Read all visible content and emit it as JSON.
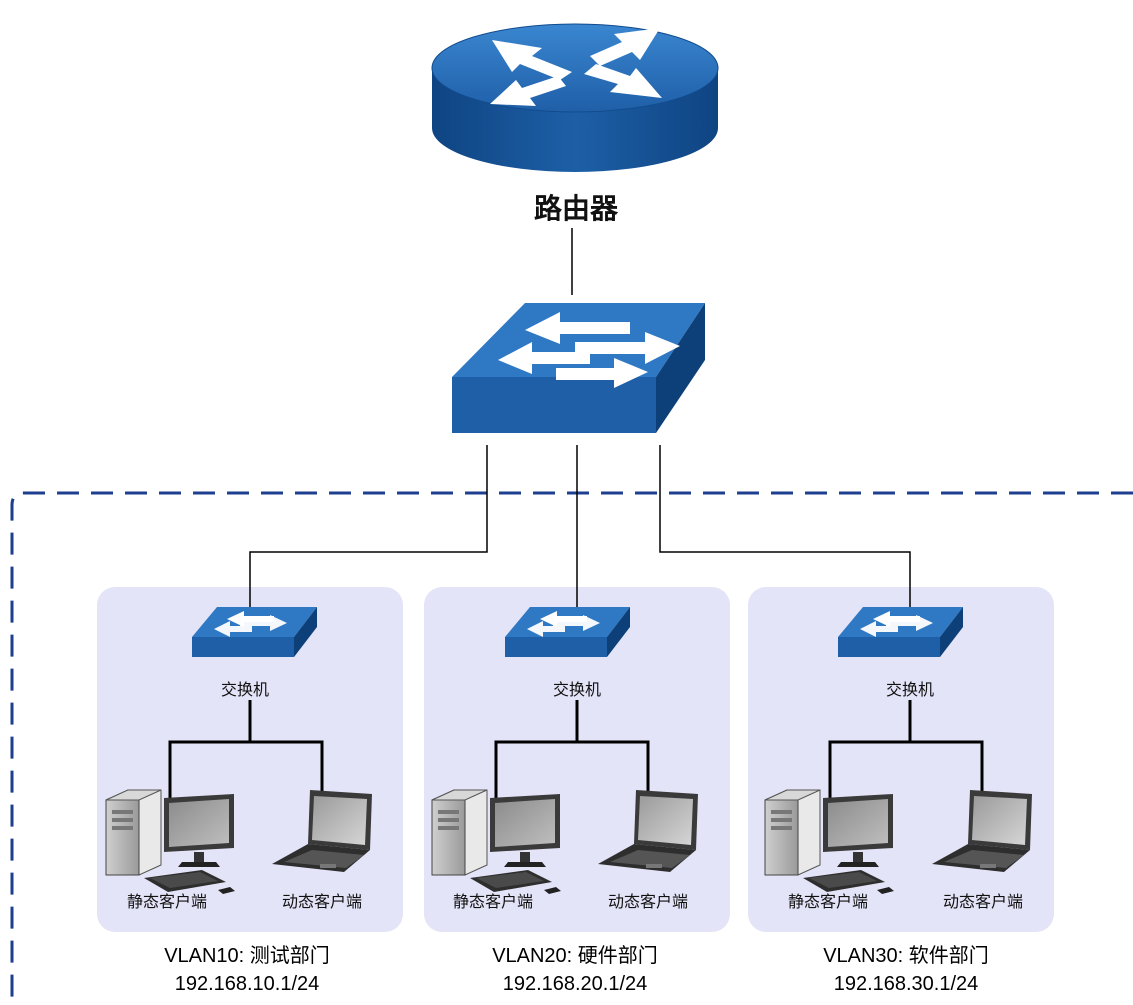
{
  "core": {
    "router_label": "路由器"
  },
  "groups": [
    {
      "switch_label": "交换机",
      "client_static_label": "静态客户端",
      "client_dynamic_label": "动态客户端",
      "vlan_label": "VLAN10: 测试部门",
      "subnet": "192.168.10.1/24"
    },
    {
      "switch_label": "交换机",
      "client_static_label": "静态客户端",
      "client_dynamic_label": "动态客户端",
      "vlan_label": "VLAN20: 硬件部门",
      "subnet": "192.168.20.1/24"
    },
    {
      "switch_label": "交换机",
      "client_static_label": "静态客户端",
      "client_dynamic_label": "动态客户端",
      "vlan_label": "VLAN30: 软件部门",
      "subnet": "192.168.30.1/24"
    }
  ],
  "colors": {
    "device_blue": "#1f5fa8",
    "device_dark": "#0d3f78",
    "device_light": "#2f78c4",
    "group_panel": "#e4e4f8",
    "boundary_dash": "#1e3f8f",
    "link_line": "#000000"
  }
}
